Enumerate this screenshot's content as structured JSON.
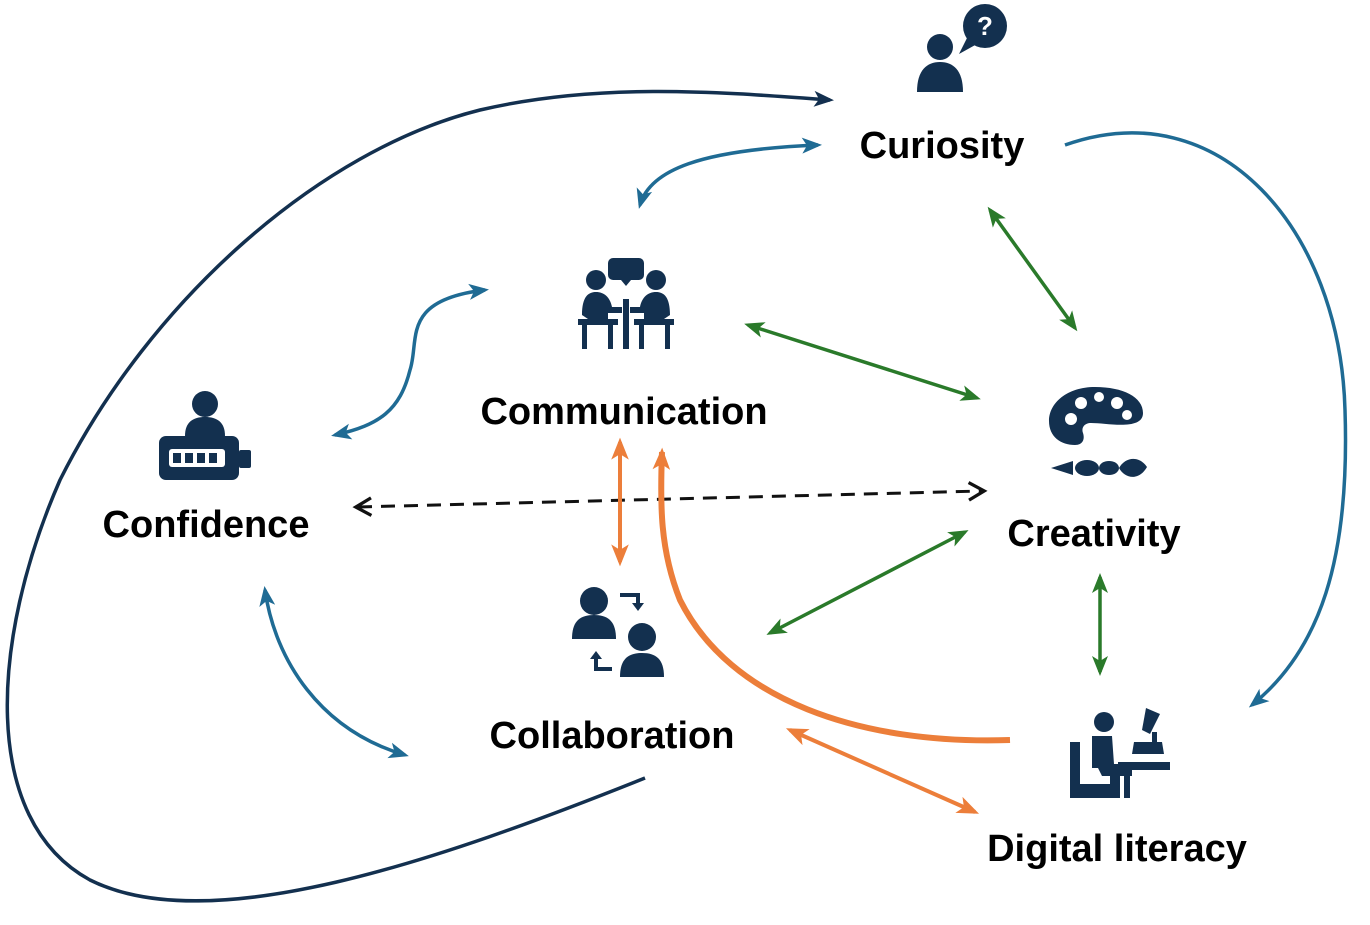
{
  "nodes": {
    "curiosity": {
      "label": "Curiosity",
      "icon": "person-question-icon"
    },
    "communication": {
      "label": "Communication",
      "icon": "people-talking-icon"
    },
    "confidence": {
      "label": "Confidence",
      "icon": "presenter-podium-icon"
    },
    "creativity": {
      "label": "Creativity",
      "icon": "paint-palette-icon"
    },
    "collaboration": {
      "label": "Collaboration",
      "icon": "people-exchange-icon"
    },
    "digital_literacy": {
      "label": "Digital literacy",
      "icon": "person-at-desk-microscope-icon"
    }
  },
  "colors": {
    "icon": "#13304f",
    "text": "#000000",
    "navy_arrow": "#13304f",
    "blue_arrow": "#1f6b94",
    "green_arrow": "#2a7a2a",
    "orange_arrow": "#ec7e3a",
    "dashed_arrow": "#111111"
  }
}
